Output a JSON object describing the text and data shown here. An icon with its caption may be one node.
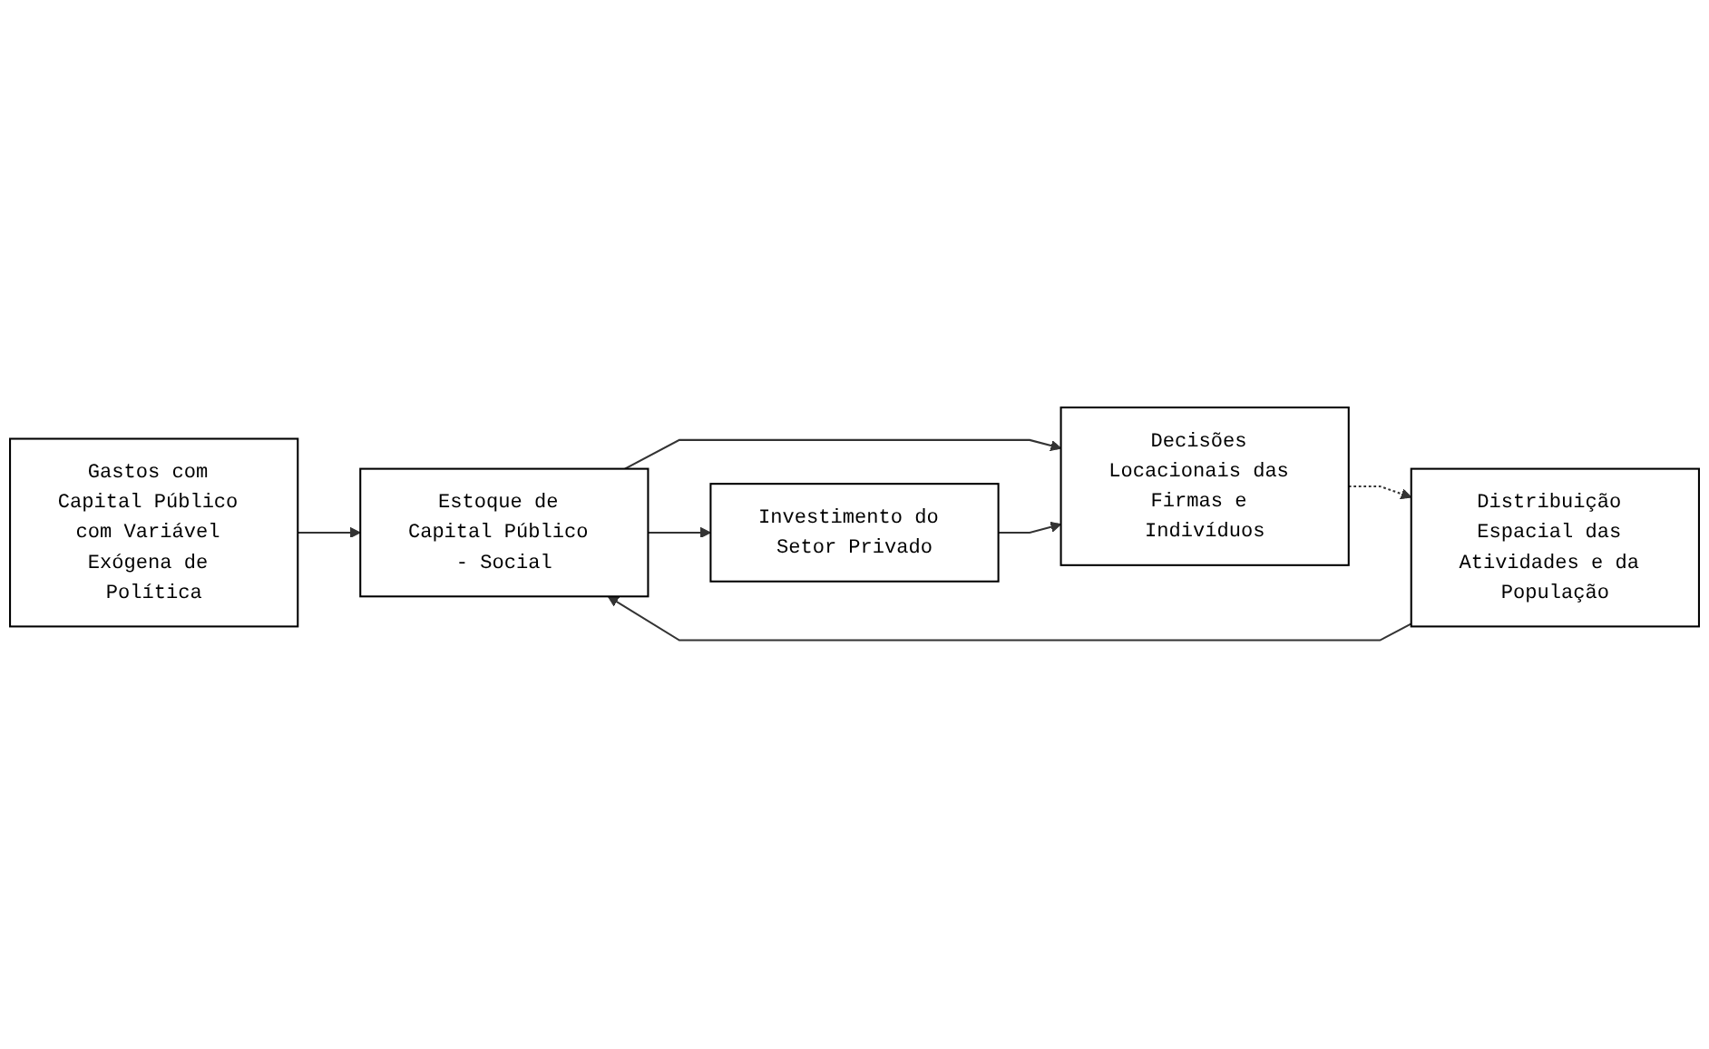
{
  "diagram": {
    "nodes": [
      {
        "text": [
          "Gastos com Capital Público com Variável Exógena de Política"
        ]
      },
      {
        "text": [
          "Investimento do Setor Privado"
        ]
      },
      {
        "text": [
          "Distribuição Espacial das Atividades e da População"
        ]
      },
      {
        "text": [
          "Estoque de Capital Público - Social"
        ]
      },
      {
        "text": [
          "Decisões Locacionais das Firmas e Indivíduos"
        ]
      }
    ],
    "edges": [
      {
        "from": 0,
        "to": 3,
        "arrow": "to"
      },
      {
        "from": 2,
        "to": 3,
        "arrow": "to"
      },
      {
        "from": 3,
        "to": 1,
        "arrow": "to"
      },
      {
        "from": 3,
        "to": 4,
        "arrow": "to"
      },
      {
        "from": 1,
        "to": 4,
        "arrow": "to"
      },
      {
        "from": 4,
        "to": 2,
        "arrow": "to",
        "style": "dashed"
      }
    ]
  }
}
